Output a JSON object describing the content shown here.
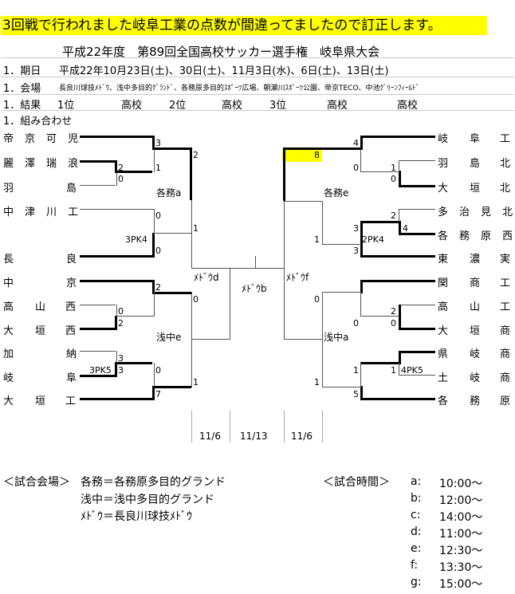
{
  "banner": "3回戦で行われました岐阜工業の点数が間違ってましたので訂正します。",
  "title": "平成22年度　第89回全国高校サッカー選手権　岐阜県大会",
  "info": {
    "dates_label": "1．期日",
    "dates": "平成22年10月23日(土)、30日(土)、11月3日(水)、6日(土)、13日(土)",
    "venue_label": "1．会場",
    "venues": "長良川球技ﾒﾄﾞｳ、浅中多目的ｸﾞﾗﾝﾄﾞ、各務原多目的ｽﾎﾟｰﾂ広場、朝瀬川ｽﾎﾟｰﾂ公園、帝京TECO、中池ｸﾞﾘｰﾝﾌｨｰﾙﾄﾞ",
    "result_label": "1．結果",
    "first": "1位",
    "second": "2位",
    "third": "3位",
    "school": "高校",
    "pairing_label": "1．組み合わせ"
  },
  "left_teams": [
    "帝京可児",
    "麗澤瑞浪",
    "羽島",
    "中津川工",
    "長良",
    "中京",
    "高山西",
    "大垣西",
    "加納",
    "岐阜",
    "大垣工"
  ],
  "right_teams": [
    "岐阜工",
    "羽島北",
    "大垣北",
    "多治見北",
    "各務原西",
    "東濃実",
    "関商工",
    "高山工",
    "大垣商",
    "県岐商",
    "土岐商",
    "各務原"
  ],
  "scores": {
    "a": "3",
    "b": "2",
    "c": "1",
    "d": "0",
    "e": "2",
    "f": "0",
    "g": "3PK4",
    "h": "0",
    "i": "1",
    "j": "2",
    "k": "0",
    "l": "0",
    "m": "2",
    "n": "3",
    "o": "3",
    "p": "3PK5",
    "q": "0",
    "r": "7",
    "s": "0",
    "t": "1",
    "u": "8",
    "v": "4",
    "w": "0",
    "x": "1",
    "y": "0",
    "z": "2",
    "aa": "4",
    "ab": "3",
    "ac": "2PK4",
    "ad": "1",
    "ae": "3",
    "af": "0",
    "ag": "0",
    "ah": "2",
    "ai": "0",
    "aj": "1",
    "ak": "1",
    "al": "4PK5",
    "am": "1",
    "an": "5"
  },
  "labels": {
    "kakamu_a": "各務a",
    "asanaka_e": "浅中e",
    "medo_d": "ﾒﾄﾞｳd",
    "medo_b": "ﾒﾄﾞｳb",
    "medo_f": "ﾒﾄﾞｳf",
    "kakamu_e": "各務e",
    "asanaka_a": "浅中a"
  },
  "dates_row": {
    "d1": "11/6",
    "d2": "11/13",
    "d3": "11/6"
  },
  "venues_legend": {
    "heading": "＜試合会場＞",
    "kakamu": "各務＝各務原多目的グランド",
    "asanaka": "浅中＝浅中多目的グランド",
    "medo": "ﾒﾄﾞｳ＝長良川球技ﾒﾄﾞｳ"
  },
  "times": {
    "heading": "＜試合時間＞",
    "rows": [
      {
        "k": "a:",
        "v": "10:00～"
      },
      {
        "k": "b:",
        "v": "12:00～"
      },
      {
        "k": "c:",
        "v": "14:00～"
      },
      {
        "k": "d:",
        "v": "11:00～"
      },
      {
        "k": "e:",
        "v": "12:30～"
      },
      {
        "k": "f:",
        "v": "13:30～"
      },
      {
        "k": "g:",
        "v": "15:00～"
      }
    ]
  }
}
